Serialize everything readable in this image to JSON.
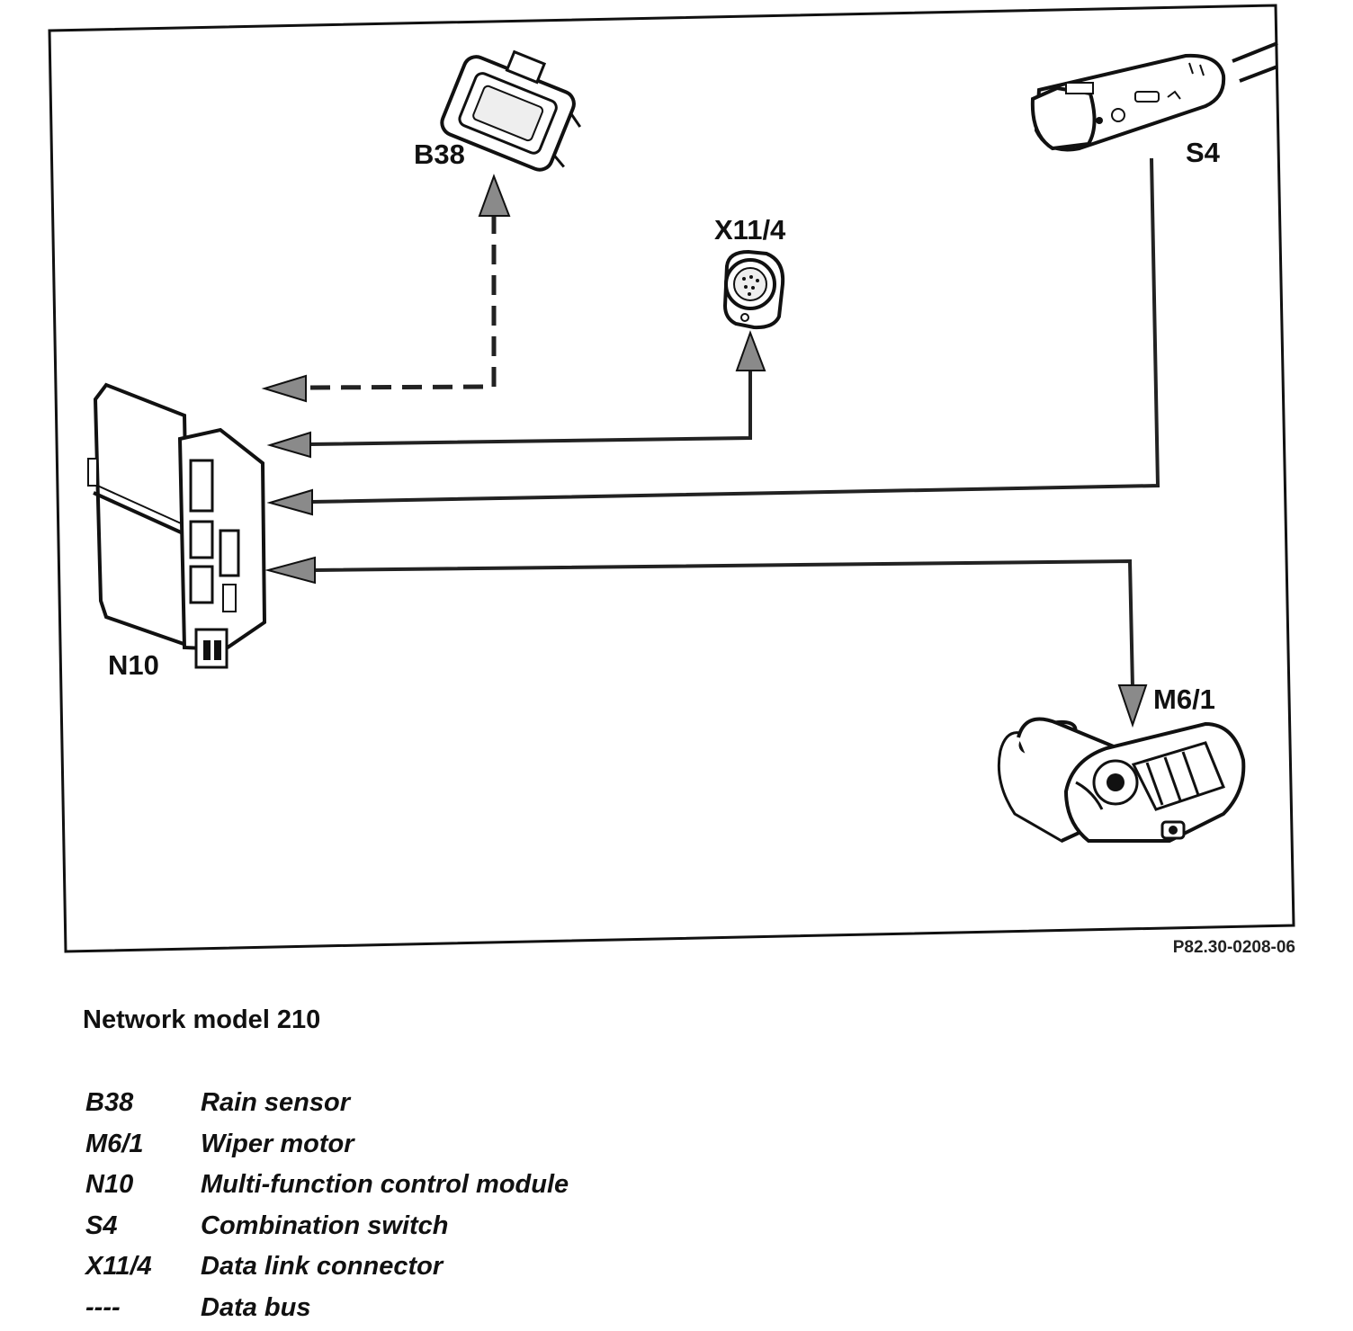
{
  "diagram": {
    "nodes": [
      {
        "id": "B38",
        "label": "B38"
      },
      {
        "id": "X11/4",
        "label": "X11/4"
      },
      {
        "id": "S4",
        "label": "S4"
      },
      {
        "id": "N10",
        "label": "N10"
      },
      {
        "id": "M6/1",
        "label": "M6/1"
      }
    ],
    "connections": [
      {
        "from": "B38",
        "to": "N10",
        "style": "dashed",
        "bidirectional": true
      },
      {
        "from": "X11/4",
        "to": "N10",
        "style": "solid",
        "bidirectional": true
      },
      {
        "from": "S4",
        "to": "N10",
        "style": "solid",
        "bidirectional": false
      },
      {
        "from": "N10",
        "to": "M6/1",
        "style": "solid",
        "bidirectional": true
      }
    ],
    "figure_code": "P82.30-0208-06"
  },
  "caption": "Network model 210",
  "legend": [
    {
      "code": "B38",
      "description": "Rain sensor"
    },
    {
      "code": "M6/1",
      "description": "Wiper motor"
    },
    {
      "code": "N10",
      "description": "Multi-function control module"
    },
    {
      "code": "S4",
      "description": "Combination switch"
    },
    {
      "code": "X11/4",
      "description": "Data link connector"
    },
    {
      "code": "----",
      "description": "Data bus"
    }
  ]
}
